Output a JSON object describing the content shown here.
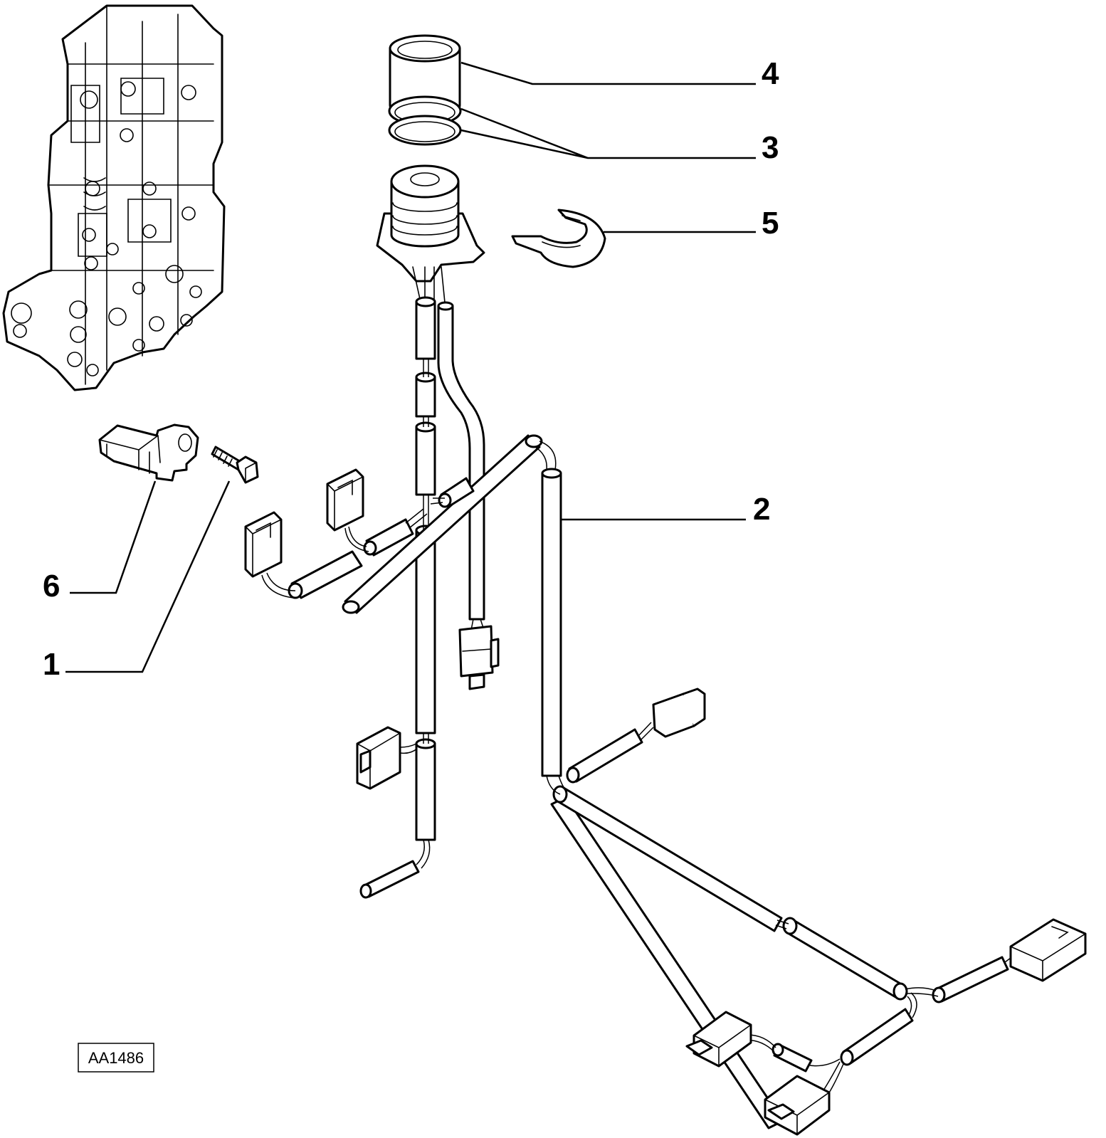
{
  "diagram": {
    "callouts": [
      {
        "id": "4",
        "label": "4"
      },
      {
        "id": "3",
        "label": "3"
      },
      {
        "id": "5",
        "label": "5"
      },
      {
        "id": "2",
        "label": "2"
      },
      {
        "id": "6",
        "label": "6"
      },
      {
        "id": "1",
        "label": "1"
      }
    ],
    "reference_code": "AA1486"
  }
}
